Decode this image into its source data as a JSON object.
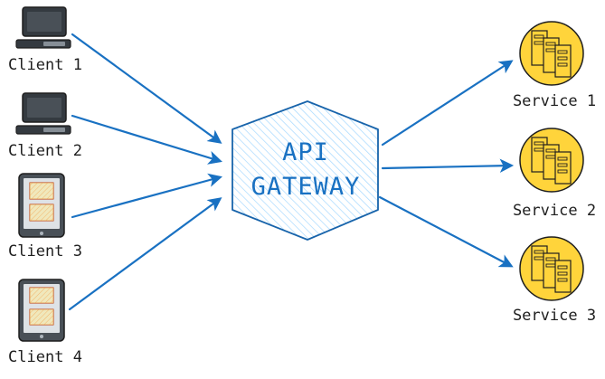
{
  "gateway": {
    "line1": "API",
    "line2": "GATEWAY"
  },
  "clients": [
    {
      "label": "Client 1",
      "kind": "desktop-computer"
    },
    {
      "label": "Client 2",
      "kind": "desktop-computer"
    },
    {
      "label": "Client 3",
      "kind": "tablet"
    },
    {
      "label": "Client 4",
      "kind": "tablet"
    }
  ],
  "services": [
    {
      "label": "Service 1"
    },
    {
      "label": "Service 2"
    },
    {
      "label": "Service 3"
    }
  ],
  "colors": {
    "arrow": "#1971c2",
    "gateway_stroke": "#1864ab",
    "gateway_hatch": "#a5d8ff",
    "service_fill": "#ffd43b",
    "service_stroke": "#1e1e1e",
    "device": "#343a40",
    "screen_card": "#ffec99"
  }
}
